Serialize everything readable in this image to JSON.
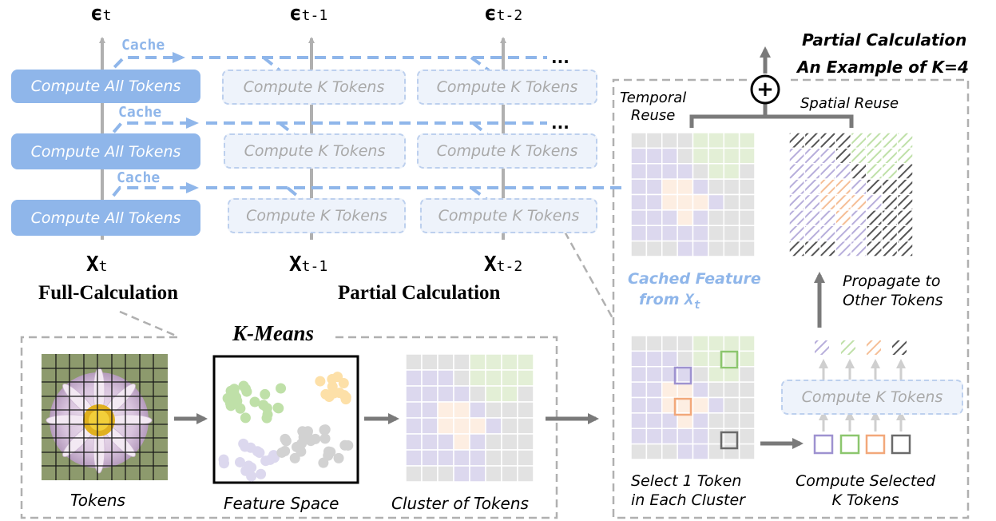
{
  "outputs": {
    "eps_t": "ϵ",
    "eps_t_sub": "t",
    "eps_t1": "ϵ",
    "eps_t1_sub": "t-1",
    "eps_t2": "ϵ",
    "eps_t2_sub": "t-2"
  },
  "inputs": {
    "x_t": "X",
    "x_t_sub": "t",
    "x_t1": "X",
    "x_t1_sub": "t-1",
    "x_t2": "X",
    "x_t2_sub": "t-2"
  },
  "cache_label": "Cache",
  "ellipsis": "...",
  "full_box_label": "Compute All Tokens",
  "partial_box_label": "Compute K Tokens",
  "full_calc_label": "Full-Calculation",
  "partial_calc_label": "Partial Calculation",
  "right_title_1": "Partial Calculation",
  "right_title_2": "An Example of K=4",
  "temporal_reuse": "Temporal\nReuse",
  "spatial_reuse": "Spatial Reuse",
  "plus": "+",
  "cached_feature_1": "Cached Feature",
  "cached_feature_2": "from",
  "cached_feature_sym": "X",
  "cached_feature_sub": "t",
  "propagate": "Propagate to\nOther Tokens",
  "select_token": "Select 1 Token\nin Each Cluster",
  "compute_selected": "Compute Selected\nK Tokens",
  "kmeans_title": "K-Means",
  "tokens_label": "Tokens",
  "feature_space_label": "Feature Space",
  "cluster_label": "Cluster of Tokens",
  "colors": {
    "blue": "#8fb6ea",
    "blue_light": "#eef3fb",
    "purple": "#dcd8ee",
    "green": "#e3efd6",
    "orange": "#fdeee2",
    "gray": "#e2e2e2",
    "arrow": "#888888"
  }
}
